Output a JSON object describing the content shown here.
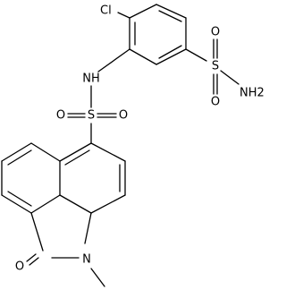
{
  "molecule": {
    "atom_labels": {
      "chloro": "Cl",
      "amine_nh": "NH",
      "sulfonyl_1_s": "S",
      "sulfonyl_1_o_left": "O",
      "sulfonyl_1_o_right": "O",
      "sulfonamide_s": "S",
      "sulfonamide_o_top": "O",
      "sulfonamide_o_bottom": "O",
      "sulfonamide_nh2": "NH2",
      "lactam_o": "O",
      "lactam_n": "N"
    },
    "bond_color": "#000000",
    "label_color": "#000000"
  }
}
